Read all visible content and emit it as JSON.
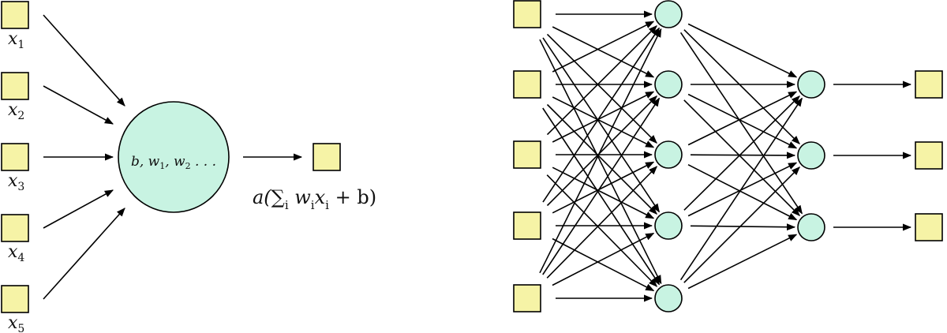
{
  "colors": {
    "input_fill": "#f6f3a6",
    "neuron_fill": "#c8f3e2",
    "stroke": "#000000",
    "background": "#ffffff"
  },
  "single_neuron": {
    "inputs": [
      {
        "var": "x",
        "sub": "1"
      },
      {
        "var": "x",
        "sub": "2"
      },
      {
        "var": "x",
        "sub": "3"
      },
      {
        "var": "x",
        "sub": "4"
      },
      {
        "var": "x",
        "sub": "5"
      }
    ],
    "neuron_label": {
      "parts": [
        {
          "text": "b, w",
          "sub": "1"
        },
        {
          "text": ", w",
          "sub": "2"
        },
        {
          "text": " . . .",
          "sub": ""
        }
      ]
    },
    "output_formula": {
      "a": "a(",
      "sum": "∑",
      "sum_sub": "i",
      "w": " w",
      "w_sub": "i",
      "x": "x",
      "x_sub": "i",
      "tail": " + b)"
    }
  },
  "network": {
    "layer_sizes": [
      5,
      5,
      3,
      3
    ],
    "layer_kinds": [
      "input",
      "hidden",
      "hidden",
      "output"
    ]
  }
}
